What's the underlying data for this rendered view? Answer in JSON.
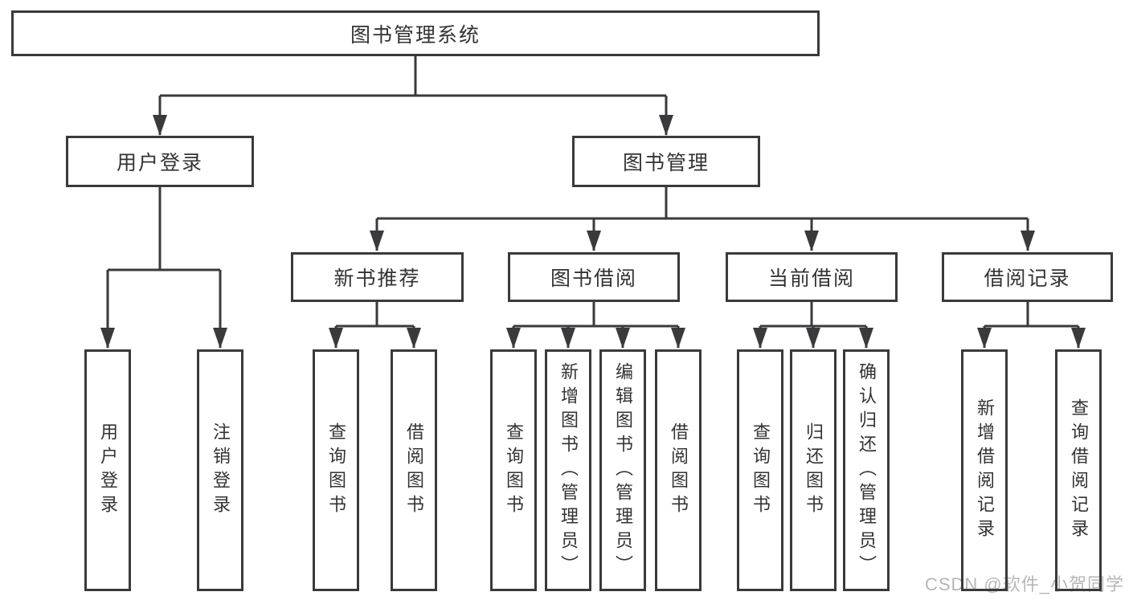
{
  "diagram": {
    "type": "hierarchy-tree",
    "root": {
      "label": "图书管理系统"
    },
    "branches": {
      "user_login": {
        "label": "用户登录",
        "children": {
          "user_login": {
            "label": "用户登录"
          },
          "logout": {
            "label": "注销登录"
          }
        }
      },
      "book_management": {
        "label": "图书管理",
        "children": {
          "new_book_recommend": {
            "label": "新书推荐",
            "children": {
              "query_books": {
                "label": "查询图书"
              },
              "borrow_books": {
                "label": "借阅图书"
              }
            }
          },
          "book_borrowing": {
            "label": "图书借阅",
            "children": {
              "query_books": {
                "label": "查询图书"
              },
              "add_books_admin": {
                "label": "新增图书（管理员）"
              },
              "edit_books_admin": {
                "label": "编辑图书（管理员）"
              },
              "borrow_books": {
                "label": "借阅图书"
              }
            }
          },
          "current_borrowing": {
            "label": "当前借阅",
            "children": {
              "query_books": {
                "label": "查询图书"
              },
              "return_books": {
                "label": "归还图书"
              },
              "confirm_return_admin": {
                "label": "确认归还（管理员）"
              }
            }
          },
          "borrowing_records": {
            "label": "借阅记录",
            "children": {
              "add_borrow_record": {
                "label": "新增借阅记录"
              },
              "query_borrow_record": {
                "label": "查询借阅记录"
              }
            }
          }
        }
      }
    },
    "colors": {
      "line": "#3a3a3c",
      "box_border": "#3a3a3c",
      "text": "#333335",
      "background": "#ffffff",
      "watermark_gray": "#b1b1b1"
    }
  },
  "watermark": {
    "text": "CSDN @软件_小贺同学"
  }
}
